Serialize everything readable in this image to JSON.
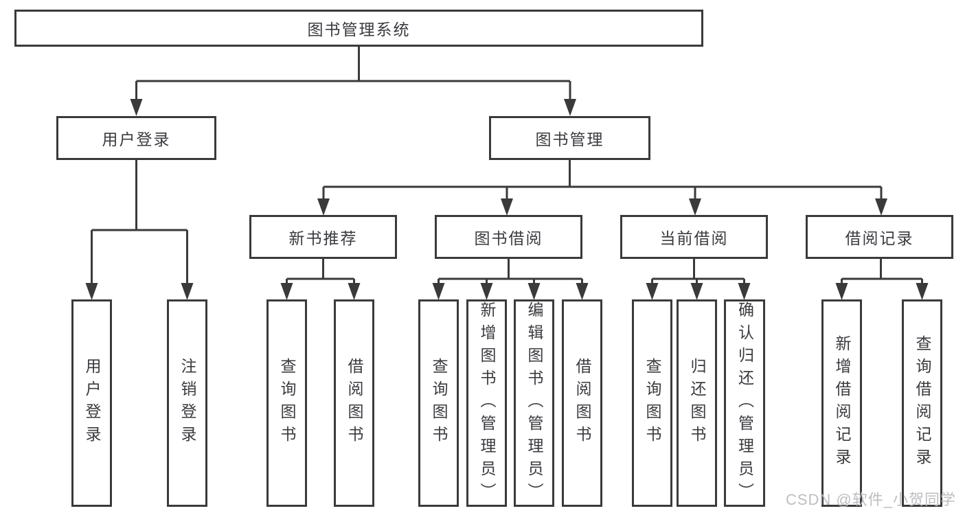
{
  "diagram_title": "图书管理系统",
  "tree": {
    "root": {
      "label": "图书管理系统"
    },
    "branches": [
      {
        "label": "用户登录",
        "leaves": [
          {
            "label": "用户登录"
          },
          {
            "label": "注销登录"
          }
        ]
      },
      {
        "label": "图书管理",
        "groups": [
          {
            "label": "新书推荐",
            "leaves": [
              {
                "label": "查询图书"
              },
              {
                "label": "借阅图书"
              }
            ]
          },
          {
            "label": "图书借阅",
            "leaves": [
              {
                "label": "查询图书"
              },
              {
                "label": "新增图书（管理员）"
              },
              {
                "label": "编辑图书（管理员）"
              },
              {
                "label": "借阅图书"
              }
            ]
          },
          {
            "label": "当前借阅",
            "leaves": [
              {
                "label": "查询图书"
              },
              {
                "label": "归还图书"
              },
              {
                "label": "确认归还（管理员）"
              }
            ]
          },
          {
            "label": "借阅记录",
            "leaves": [
              {
                "label": "新增借阅记录"
              },
              {
                "label": "查询借阅记录"
              }
            ]
          }
        ]
      }
    ]
  },
  "watermark": {
    "text": "CSDN @软件_小贺同学"
  },
  "colors": {
    "line": "#3a3a3c",
    "node_border": "#3a3a3c",
    "node_text": "#3a3b3f",
    "watermark_text": "#b9b9bd",
    "background": "#ffffff"
  }
}
